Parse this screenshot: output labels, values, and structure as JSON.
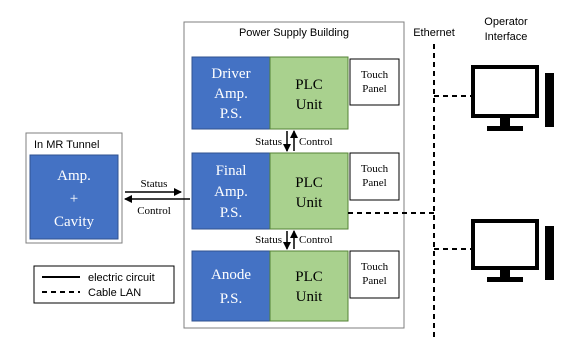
{
  "power_supply_building": {
    "title": "Power Supply Building",
    "driver": {
      "ps_lines": [
        "Driver",
        "Amp.",
        "P.S."
      ],
      "plc_lines": [
        "PLC",
        "Unit"
      ],
      "touch_lines": [
        "Touch",
        "Panel"
      ]
    },
    "final": {
      "ps_lines": [
        "Final",
        "Amp.",
        "P.S."
      ],
      "plc_lines": [
        "PLC",
        "Unit"
      ],
      "touch_lines": [
        "Touch",
        "Panel"
      ]
    },
    "anode": {
      "ps_lines": [
        "Anode",
        "P.S."
      ],
      "plc_lines": [
        "PLC",
        "Unit"
      ],
      "touch_lines": [
        "Touch",
        "Panel"
      ]
    },
    "link_upper": {
      "status": "Status",
      "control": "Control"
    },
    "link_lower": {
      "status": "Status",
      "control": "Control"
    }
  },
  "mr_tunnel": {
    "title": "In MR Tunnel",
    "cavity_lines": [
      "Amp.",
      "+",
      "Cavity"
    ],
    "status": "Status",
    "control": "Control"
  },
  "ethernet": {
    "label": "Ethernet"
  },
  "operator_interface": {
    "label_lines": [
      "Operator",
      "Interface"
    ]
  },
  "legend": {
    "electric": "electric circuit",
    "lan": "Cable LAN"
  },
  "colors": {
    "ps_blue": "#4472c4",
    "plc_green": "#a9d18e",
    "line": "#000000",
    "box_border": "#7f7f7f"
  }
}
